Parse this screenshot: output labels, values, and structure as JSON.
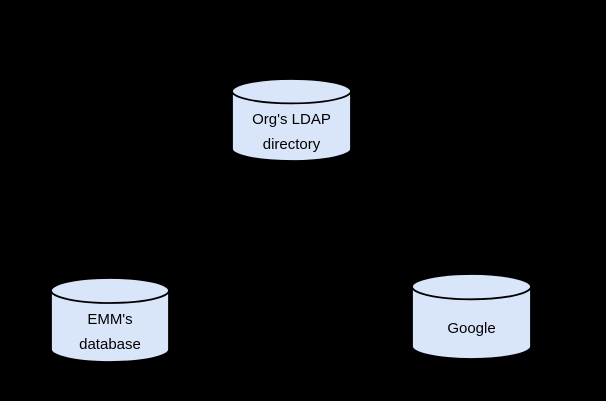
{
  "diagram": {
    "background_color": "#000000",
    "node_fill_color": "#d9e5f8",
    "node_stroke_color": "#000000",
    "text_color": "#000000",
    "nodes": {
      "ldap": {
        "label_line1": "Org's LDAP",
        "label_line2": "directory"
      },
      "emm": {
        "label_line1": "EMM's",
        "label_line2": "database"
      },
      "google": {
        "label": "Google"
      }
    }
  }
}
